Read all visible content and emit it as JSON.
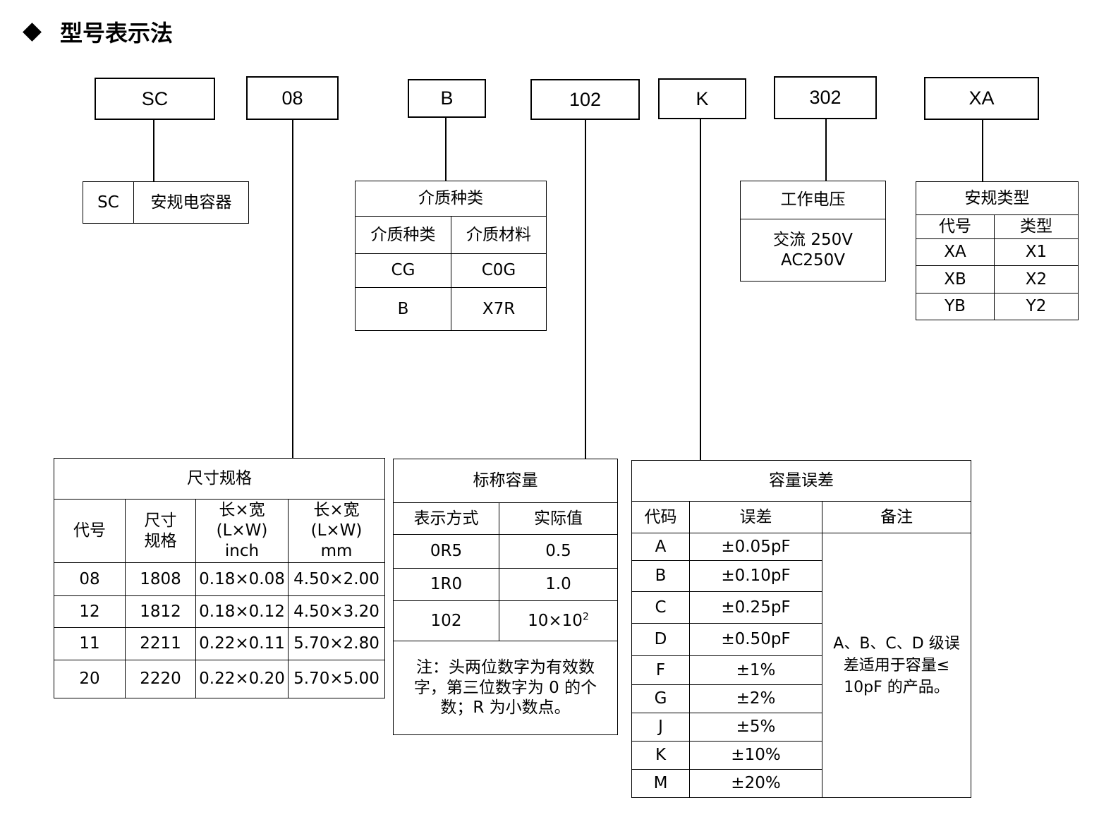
{
  "heading": "型号表示法",
  "codes": [
    "SC",
    "08",
    "B",
    "102",
    "K",
    "302",
    "XA"
  ],
  "series_table": {
    "code": "SC",
    "name": "安规电容器"
  },
  "dielectric": {
    "title": "介质种类",
    "headers": [
      "介质种类",
      "介质材料"
    ],
    "rows": [
      [
        "CG",
        "C0G"
      ],
      [
        "B",
        "X7R"
      ]
    ]
  },
  "voltage": {
    "title": "工作电压",
    "line1": "交流 250V",
    "line2": "AC250V"
  },
  "safety_type": {
    "title": "安规类型",
    "headers": [
      "代号",
      "类型"
    ],
    "rows": [
      [
        "XA",
        "X1"
      ],
      [
        "XB",
        "X2"
      ],
      [
        "YB",
        "Y2"
      ]
    ]
  },
  "size": {
    "title": "尺寸规格",
    "headers": {
      "code": "代号",
      "size_line1": "尺寸",
      "size_line2": "规格",
      "inch_line1": "长×宽",
      "inch_line2": "(L×W)",
      "inch_line3": "inch",
      "mm_line1": "长×宽",
      "mm_line2": "(L×W)",
      "mm_line3": "mm"
    },
    "rows": [
      [
        "08",
        "1808",
        "0.18×0.08",
        "4.50×2.00"
      ],
      [
        "12",
        "1812",
        "0.18×0.12",
        "4.50×3.20"
      ],
      [
        "11",
        "2211",
        "0.22×0.11",
        "5.70×2.80"
      ],
      [
        "20",
        "2220",
        "0.22×0.20",
        "5.70×5.00"
      ]
    ]
  },
  "capacitance": {
    "title": "标称容量",
    "headers": [
      "表示方式",
      "实际值"
    ],
    "rows": [
      [
        "0R5",
        "0.5"
      ],
      [
        "1R0",
        "1.0"
      ]
    ],
    "row3_code": "102",
    "row3_value": "10×10",
    "row3_exp": "2",
    "note_line1": "注：头两位数字为有效数",
    "note_line2": "字，第三位数字为 0 的个",
    "note_line3": "数；R 为小数点。"
  },
  "tolerance": {
    "title": "容量误差",
    "headers": [
      "代码",
      "误差",
      "备注"
    ],
    "rows": [
      [
        "A",
        "±0.05pF"
      ],
      [
        "B",
        "±0.10pF"
      ],
      [
        "C",
        "±0.25pF"
      ],
      [
        "D",
        "±0.50pF"
      ],
      [
        "F",
        "±1%"
      ],
      [
        "G",
        "±2%"
      ],
      [
        "J",
        "±5%"
      ],
      [
        "K",
        "±10%"
      ],
      [
        "M",
        "±20%"
      ]
    ],
    "remark_line1": "A、B、C、D 级误",
    "remark_line2": "差适用于容量≤",
    "remark_line3": "10pF 的产品。"
  }
}
